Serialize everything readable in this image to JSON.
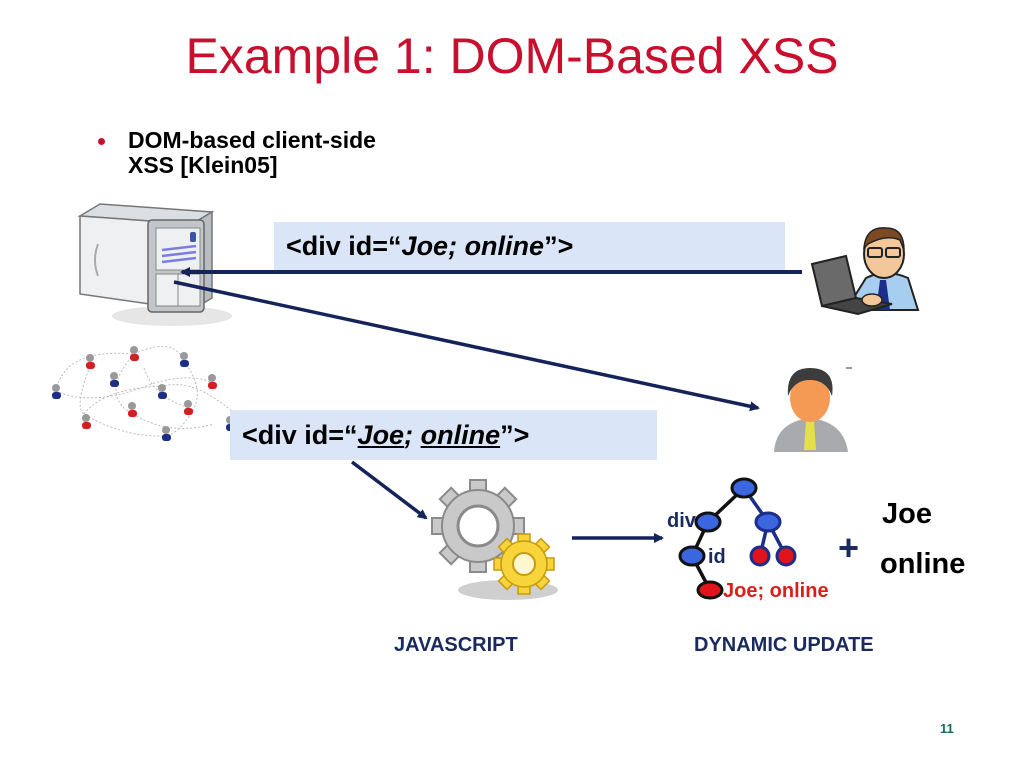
{
  "slide": {
    "title": "Example 1: DOM-Based XSS",
    "bullet": {
      "line1": "DOM-based client-side",
      "line2": "XSS [Klein05]"
    },
    "code_top": {
      "prefix": "<div id=“",
      "italic": "Joe; online",
      "suffix": "”>"
    },
    "code_bottom": {
      "prefix": "<div id=“",
      "underlined_1": "Joe",
      "sep": ";",
      "underlined_2": "online",
      "suffix": "”>"
    },
    "captions": {
      "javascript": "JAVASCRIPT",
      "dynamic_update": "DYNAMIC UPDATE"
    },
    "tree": {
      "div_label": "div",
      "id_label": "id",
      "value_label": "Joe; online"
    },
    "plus": "+",
    "result": {
      "line1": "Joe",
      "line2": "online"
    },
    "page_number": "11"
  },
  "icons": {
    "server": "server-icon",
    "attacker": "attacker-laptop-icon",
    "victim": "victim-user-icon",
    "network": "social-network-icon",
    "gears": "gears-icon",
    "dom_tree": "dom-tree-icon"
  },
  "colors": {
    "title": "#c8102e",
    "arrow": "#15235a",
    "codebox_bg": "#dbe5f8",
    "caption": "#1a2a5e",
    "tree_node_blue": "#3a66e0",
    "tree_node_red": "#e0141a"
  }
}
